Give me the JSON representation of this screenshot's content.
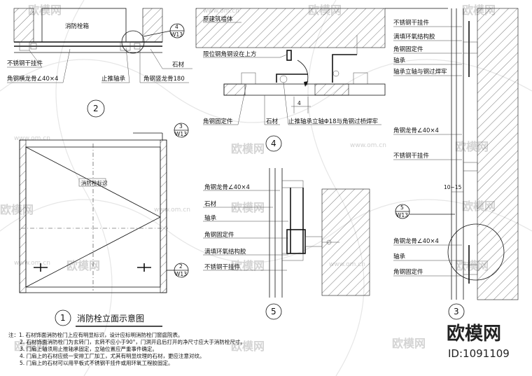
{
  "detail2": {
    "box_label": "消防栓箱",
    "tag_top": "4",
    "tag_bottom": "W13",
    "labels": [
      "不锈钢干挂件",
      "角钢横龙骨∠40×4",
      "止推轴承",
      "石材",
      "角钢竖龙骨180"
    ],
    "number": "2"
  },
  "detail1": {
    "sign_label": "消防栓标识",
    "tag1_top": "3",
    "tag1_bottom": "W13",
    "tag2_top": "2",
    "tag2_bottom": "W13",
    "number": "1",
    "title": "消防栓立面示意图"
  },
  "detail4": {
    "labels": [
      "原建筑墙体",
      "限位钢角钢设在上方",
      "角钢固定件",
      "石材",
      "止推轴承立轴Φ18与角钢过桥焊牢"
    ],
    "dim": "4",
    "number": "4"
  },
  "detail5": {
    "labels": [
      "角钢龙骨∠40×4",
      "石材",
      "轴承",
      "角钢固定件",
      "满填环氧结构胶",
      "不锈钢干挂件"
    ],
    "number": "5"
  },
  "detail3": {
    "labels_top": [
      "不锈钢干挂件",
      "满填环氧结构胶",
      "角钢固定件",
      "轴承",
      "轴承立轴与钢过焊牢"
    ],
    "labels_mid": [
      "角钢龙骨∠40×4",
      "不锈钢干挂件"
    ],
    "dim": "10~15",
    "tag_top": "5",
    "tag_bottom": "W13",
    "labels_bottom": [
      "角钢龙骨∠40×4",
      "轴承",
      "角钢固定件"
    ],
    "number": "3"
  },
  "notes": [
    "注：1. 石材饰面消防栓门上应有明显标识，设计应标明消防栓门窗庭院表。",
    "2. 石材饰面消防栓门为玄转门，玄转不应小于90°，门洞开启后打开的净尺寸应大于消防栓尺寸。",
    "3. 门扇上轴须用止推轴承固定，立轴位置应严重事件确定。",
    "4. 门扇上的石材应统一安排工厂加工，尤其有明显纹理的石材，更应注意对纹。",
    "5. 门扇上的石材可以用平板式不锈钢干挂件或用环氧工程胶固定。"
  ],
  "brand": {
    "name": "欧模网",
    "id": "ID:1091109"
  },
  "watermark": {
    "name": "欧模网",
    "url": "www.om.cn"
  }
}
